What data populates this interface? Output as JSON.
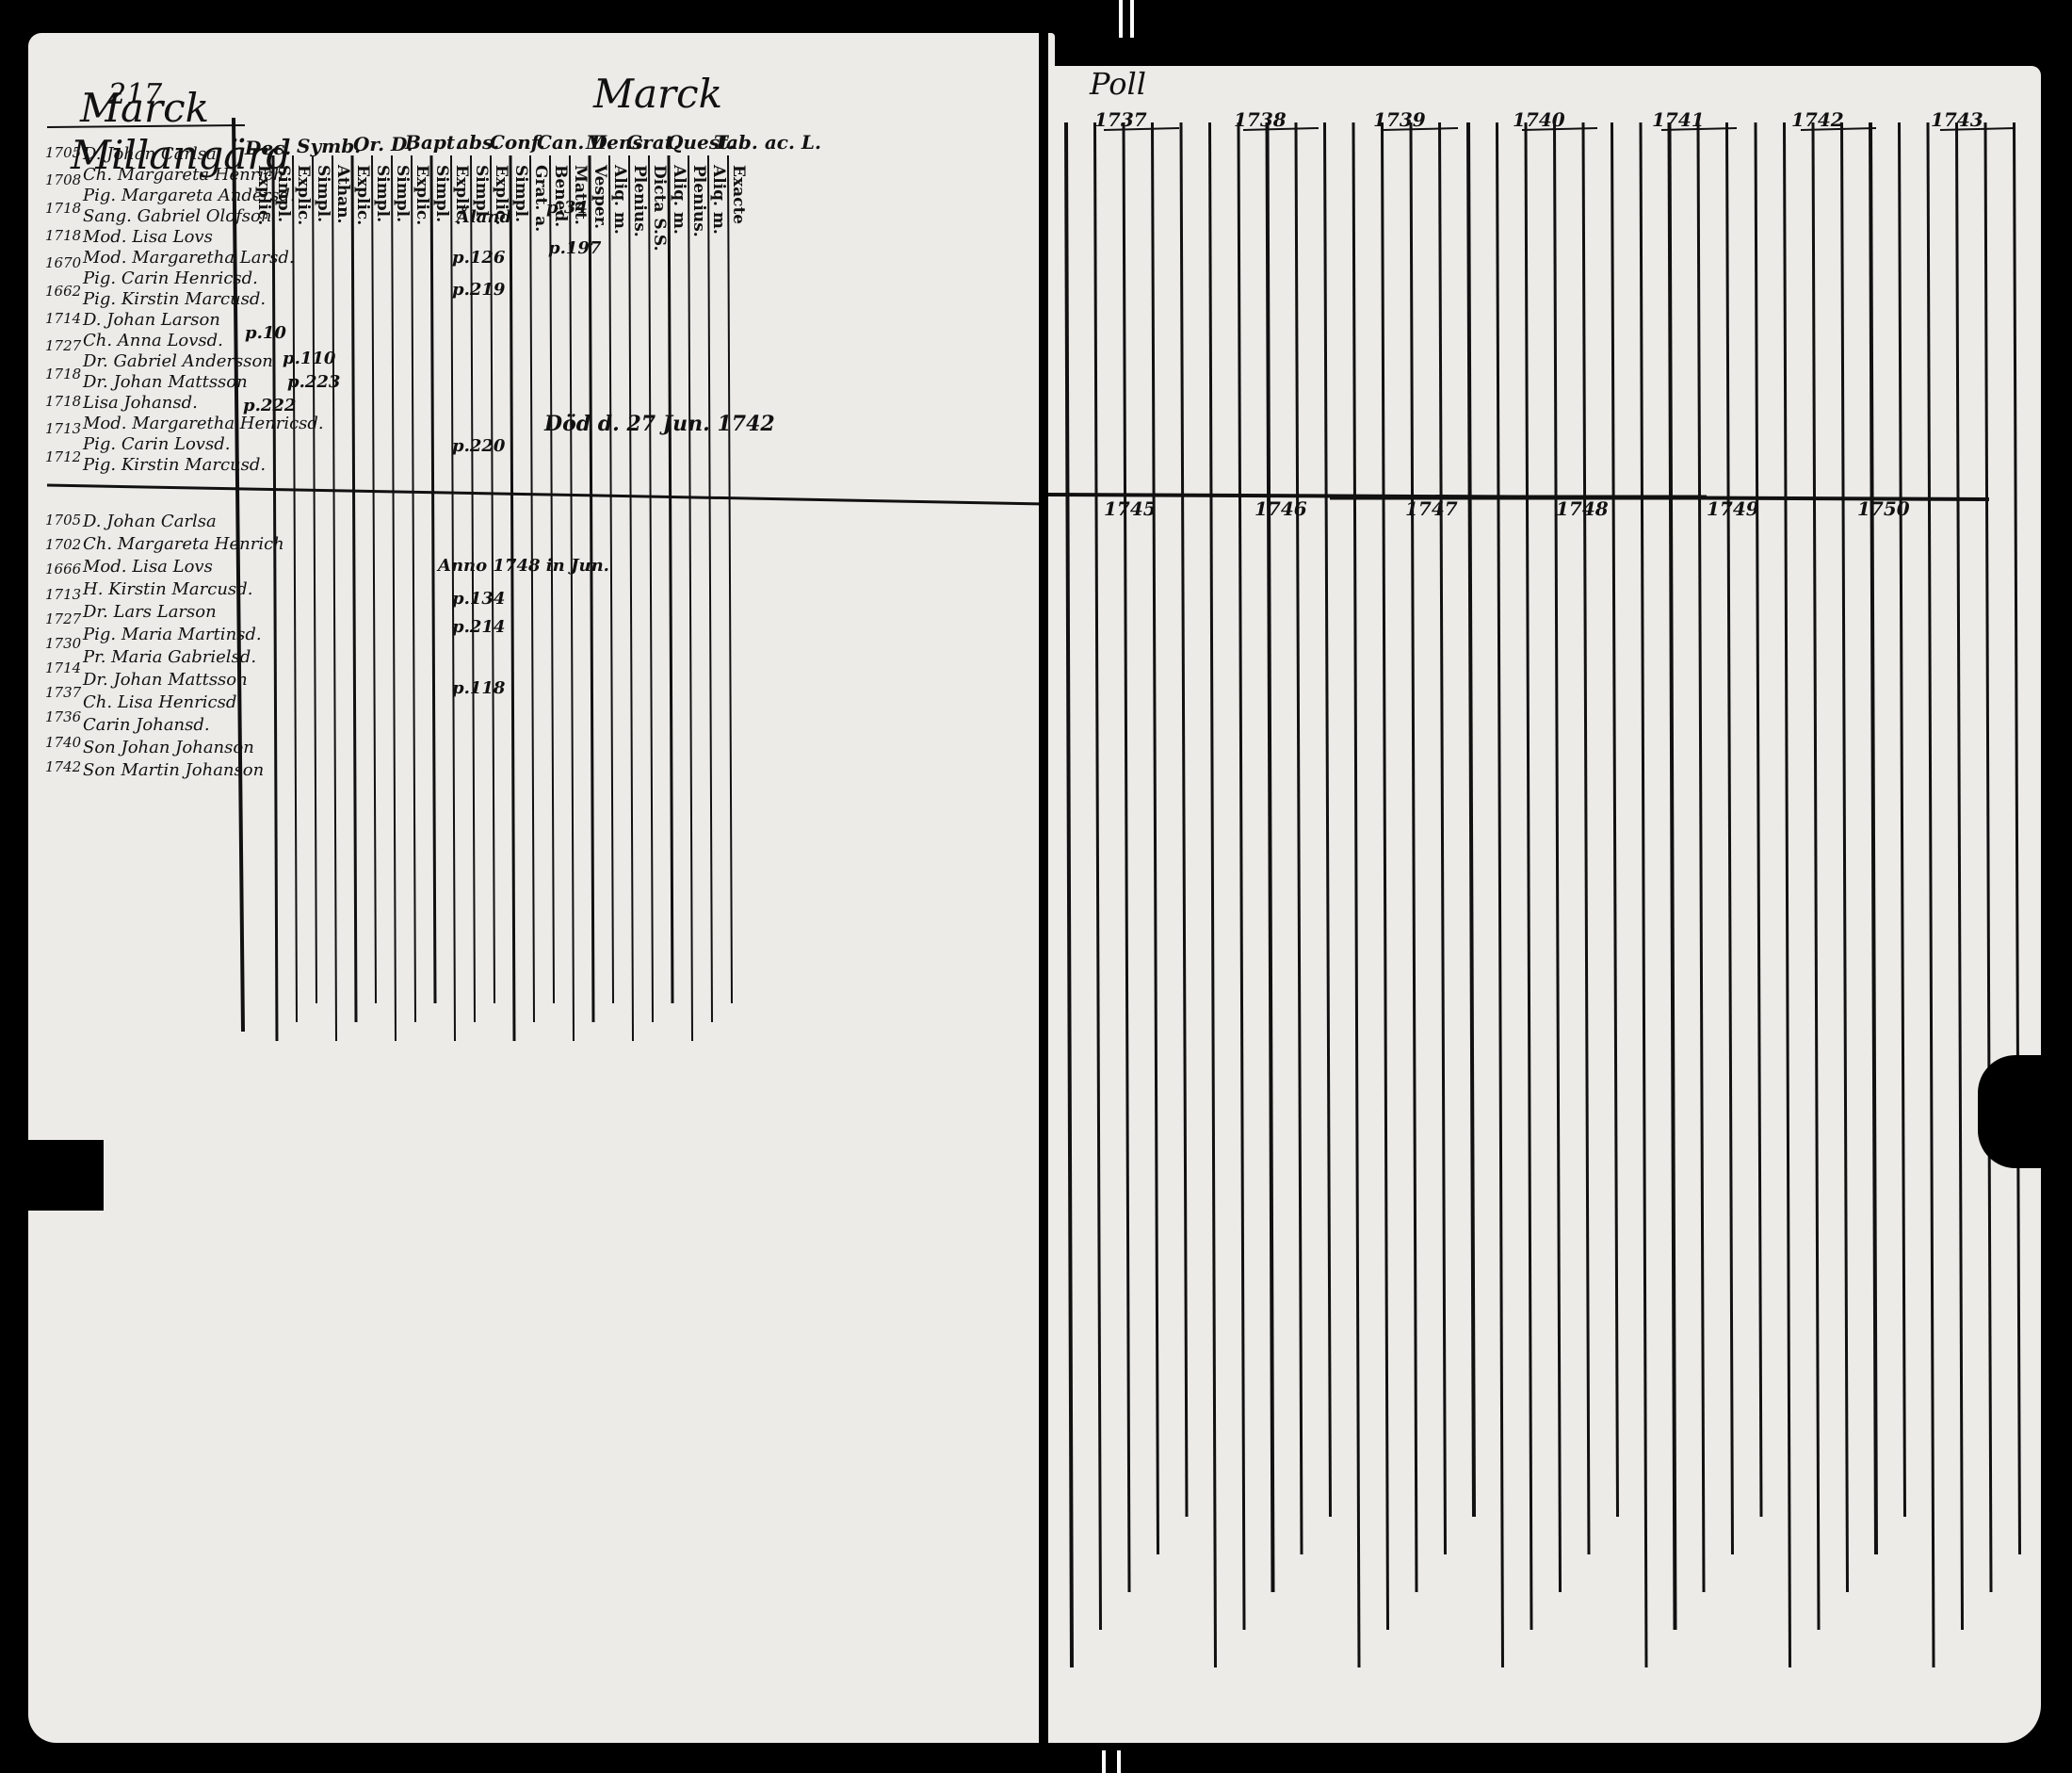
{
  "left_page": {
    "folio": "217",
    "heading_1": "Marck",
    "heading_2": "Millangärd",
    "center_heading": "Marck",
    "column_groups": [
      "Dec.",
      "Symb.",
      "Or. D.",
      "Bapt.",
      "abs.",
      "Conf.",
      "Can. D.",
      "Mens.",
      "Grat.",
      "Quest.",
      "Tab. ac. L."
    ],
    "sub_columns": [
      "Explic.",
      "Simpl.",
      "Explic.",
      "Simpl.",
      "Athan.",
      "Explic.",
      "Simpl.",
      "Simpl.",
      "Explic.",
      "Simpl.",
      "Explic.",
      "Simpl.",
      "Explic.",
      "Simpl.",
      "Grat. a.",
      "Bened.",
      "Matut.",
      "Vesper.",
      "Aliq. m.",
      "Plenius.",
      "Dicta S.S.",
      "Aliq. m.",
      "Plenius.",
      "Aliq. m.",
      "Exacte"
    ],
    "household_1": {
      "years": [
        "1705",
        "1708",
        "1718",
        "1718",
        "1670",
        "1662",
        "1714",
        "1727",
        "1718",
        "1718",
        "1713",
        "1712"
      ],
      "names": [
        "D. Johan Carlsa",
        "Ch. Margareta Henrich",
        "Pig. Margareta Andersd.",
        "Sang. Gabriel Olofson",
        "Mod. Lisa Lovs",
        "Mod. Margaretha Larsd.",
        "Pig. Carin Henricsd.",
        "Pig. Kirstin Marcusd.",
        "D. Johan Larson",
        "Ch. Anna Lovsd.",
        "Dr. Gabriel Andersson",
        "Dr. Johan Mattsson",
        "Lisa Johansd.",
        "Mod. Margaretha Henricsd.",
        "Pig. Carin Lovsd.",
        "Pig. Kirstin Marcusd."
      ]
    },
    "household_2": {
      "years": [
        "1705",
        "1702",
        "1666",
        "1713",
        "1727",
        "1730",
        "1714",
        "1737",
        "1736",
        "1740",
        "1742"
      ],
      "names": [
        "D. Johan Carlsa",
        "Ch. Margareta Henrich",
        "Mod. Lisa Lovs",
        "H. Kirstin Marcusd.",
        "Dr. Lars Larson",
        "Pig. Maria Martinsd.",
        "Pr. Maria Gabrielsd.",
        "Dr. Johan Mattsson",
        "Ch. Lisa Henricsd.",
        "Carin Johansd.",
        "Son Johan Johanson",
        "Son Martin Johanson"
      ]
    },
    "page_refs": [
      "p.10",
      "p.110",
      "p.223",
      "p.222",
      "p.34",
      "p.126",
      "p.197",
      "p.219",
      "p.220",
      "p.134",
      "p.214",
      "p.118"
    ],
    "annotations": [
      "Åland",
      "Död d. 27 Jun. 1742",
      "Anno 1748 in Jun."
    ]
  },
  "right_page": {
    "heading": "Poll",
    "years_top": [
      "1737",
      "1738",
      "1739",
      "1740",
      "1741",
      "1742",
      "1743"
    ],
    "years_bottom": [
      "1745",
      "1746",
      "1747",
      "1748",
      "1749",
      "1750"
    ]
  }
}
